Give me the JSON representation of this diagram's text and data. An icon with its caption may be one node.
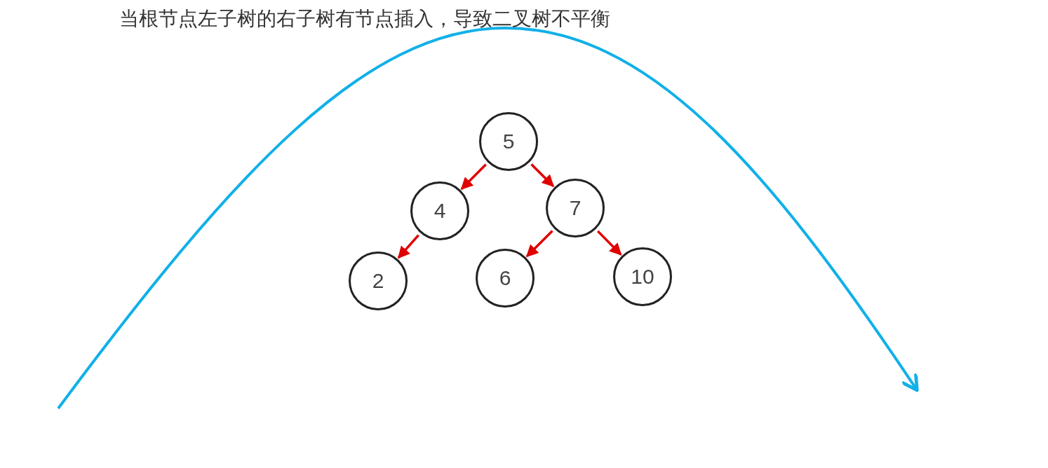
{
  "diagram": {
    "title": "当根节点左子树的右子树有节点插入，导致二叉树不平衡",
    "nodes": [
      {
        "text": [
          "5"
        ]
      },
      {
        "text": [
          "4"
        ]
      },
      {
        "text": [
          "7"
        ]
      },
      {
        "text": [
          "2"
        ]
      },
      {
        "text": [
          "6"
        ]
      },
      {
        "text": [
          "10"
        ]
      }
    ],
    "edges": [
      {
        "from": 0,
        "to": 1,
        "arrow": "to"
      },
      {
        "from": 0,
        "to": 2,
        "arrow": "to"
      },
      {
        "from": 1,
        "to": 3,
        "arrow": "to"
      },
      {
        "from": 2,
        "to": 4,
        "arrow": "to"
      },
      {
        "from": 2,
        "to": 5,
        "arrow": "to"
      }
    ]
  }
}
